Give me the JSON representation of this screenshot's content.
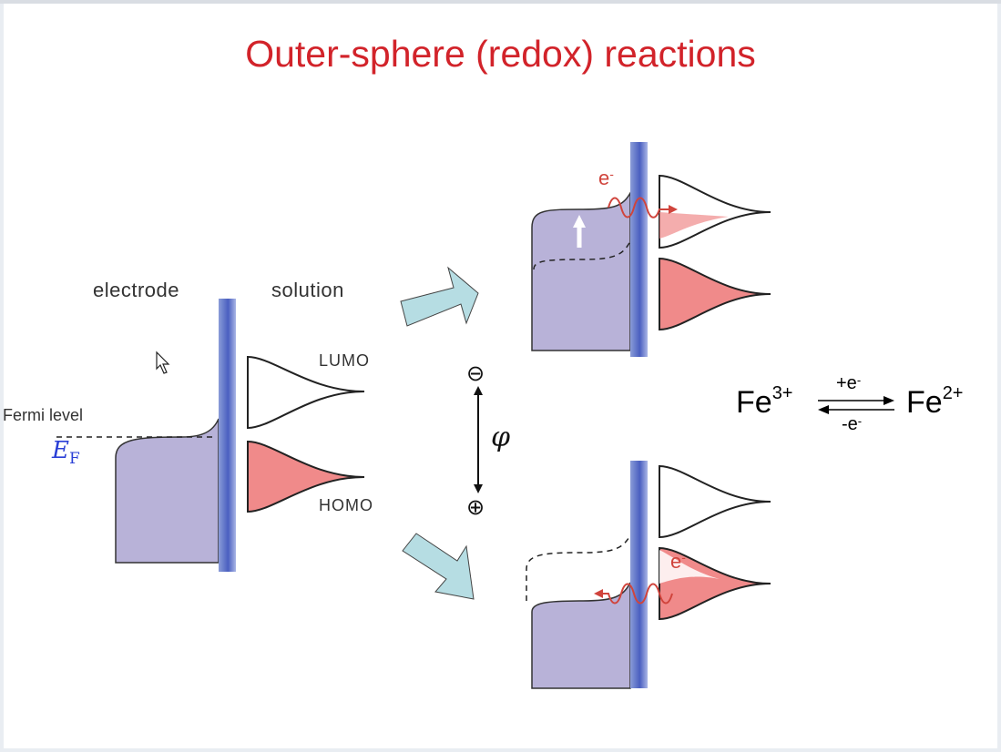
{
  "title": "Outer-sphere (redox) reactions",
  "labels": {
    "electrode": "electrode",
    "solution": "solution",
    "lumo": "LUMO",
    "homo": "HOMO",
    "fermi_level": "Fermi level",
    "ef_symbol": "E",
    "ef_subscript": "F",
    "phi": "φ",
    "minus_symbol": "⊖",
    "plus_symbol": "⊕",
    "electron_top": "e",
    "electron_bottom": "e",
    "electron_charge": "-"
  },
  "reaction": {
    "left": "Fe",
    "left_charge": "3+",
    "right": "Fe",
    "right_charge": "2+",
    "forward": "+e",
    "backward": "-e",
    "electron_charge": "-"
  },
  "colors": {
    "title": "#d2232a",
    "electrode_fill": "#b8b2d8",
    "homo_fill": "#f08a8a",
    "arrow_fill": "#b6dde3",
    "ef_blue": "#2a3fd6",
    "electron_red": "#d0443c"
  }
}
